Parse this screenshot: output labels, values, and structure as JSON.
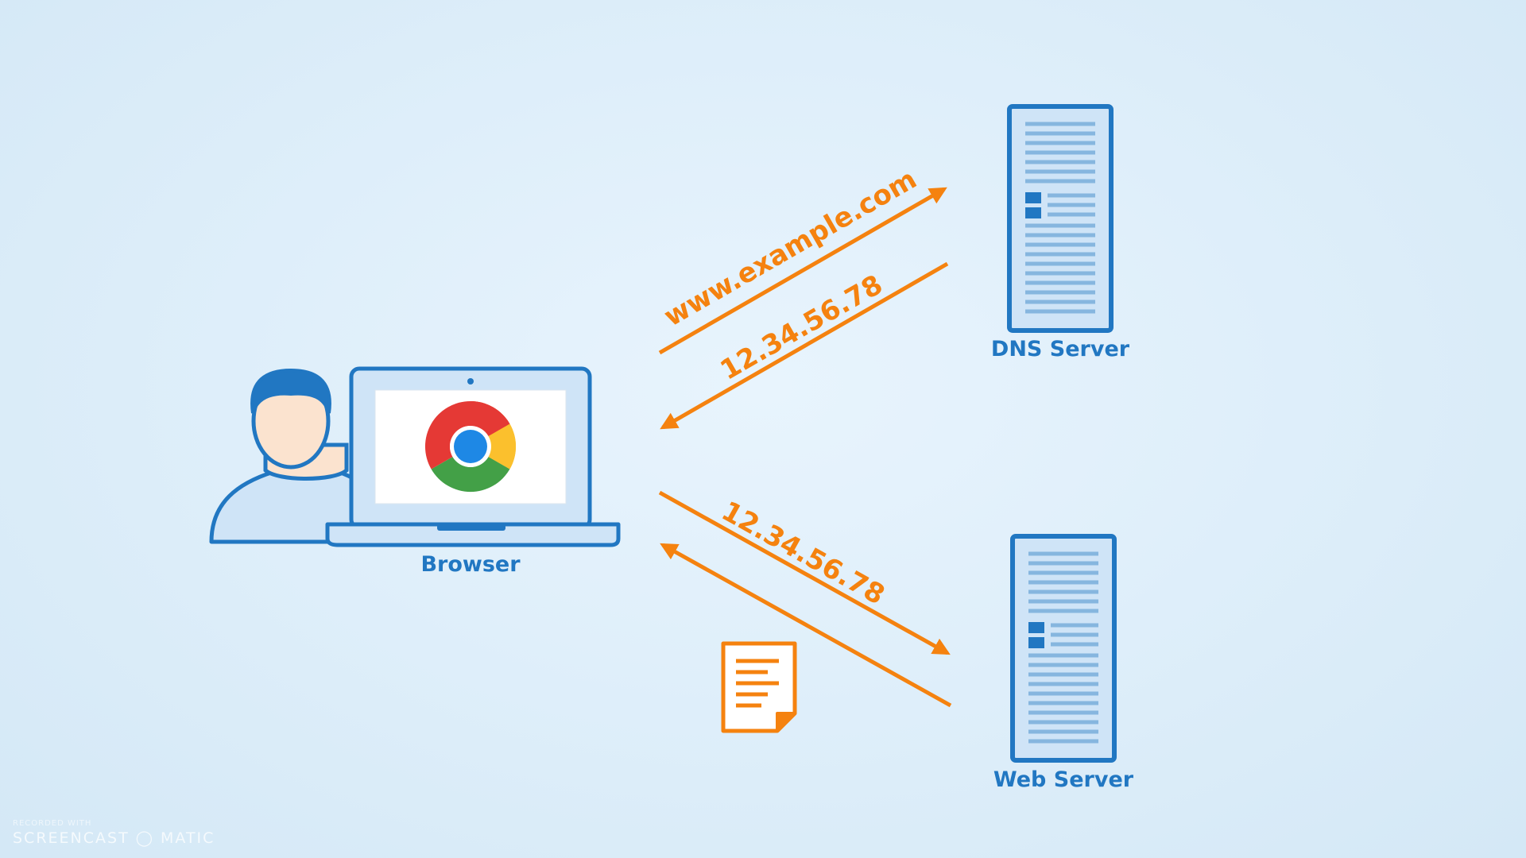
{
  "nodes": {
    "browser": {
      "label": "Browser",
      "icon": "laptop-chrome-icon"
    },
    "dns_server": {
      "label": "DNS Server",
      "icon": "server-icon"
    },
    "web_server": {
      "label": "Web Server",
      "icon": "server-icon"
    },
    "user": {
      "icon": "user-avatar-icon"
    },
    "document": {
      "icon": "document-icon"
    }
  },
  "messages": {
    "dns_request": "www.example.com",
    "dns_response": "12.34.56.78",
    "web_request": "12.34.56.78"
  },
  "watermark": {
    "line1": "RECORDED WITH",
    "brand": "SCREENCAST ◯ MATIC"
  },
  "colors": {
    "accent_blue": "#2177c2",
    "arrow_orange": "#f5820f",
    "server_fill": "#cfe4f7",
    "background": "#dcedf9"
  }
}
